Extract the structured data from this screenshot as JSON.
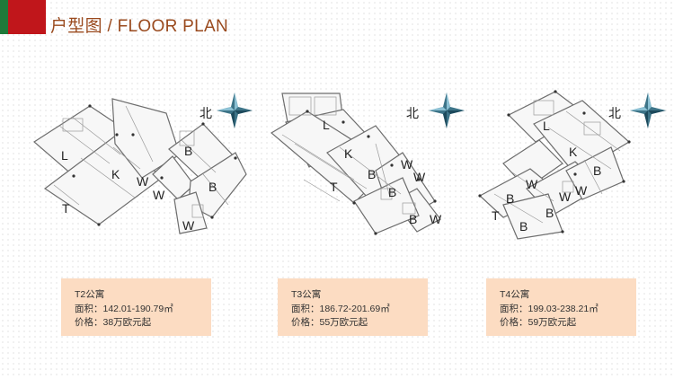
{
  "header": {
    "title": "户型图 / FLOOR PLAN",
    "accent_colors": {
      "green": "#1f7a3a",
      "red": "#c0161b",
      "title": "#9a4a1e",
      "card": "#fcdcc2"
    }
  },
  "compass_label": "北",
  "plans": [
    {
      "labels": {
        "L": "L",
        "K": "K",
        "T": "T",
        "W1": "W",
        "W2": "W",
        "W3": "W",
        "B1": "B",
        "B2": "B"
      },
      "card": {
        "name": "T2公寓",
        "area": "面积：142.01-190.79㎡",
        "price": "价格：38万欧元起"
      }
    },
    {
      "labels": {
        "L": "L",
        "K": "K",
        "T": "T",
        "B1": "B",
        "B2": "B",
        "B3": "B",
        "W1": "W",
        "W2": "W",
        "W3": "W"
      },
      "card": {
        "name": "T3公寓",
        "area": "面积：186.72-201.69㎡",
        "price": "价格：55万欧元起"
      }
    },
    {
      "labels": {
        "L": "L",
        "K": "K",
        "T": "T",
        "B1": "B",
        "B2": "B",
        "B3": "B",
        "B4": "B",
        "W1": "W",
        "W2": "W",
        "W3": "W"
      },
      "card": {
        "name": "T4公寓",
        "area": "面积：199.03-238.21㎡",
        "price": "价格：59万欧元起"
      }
    }
  ]
}
